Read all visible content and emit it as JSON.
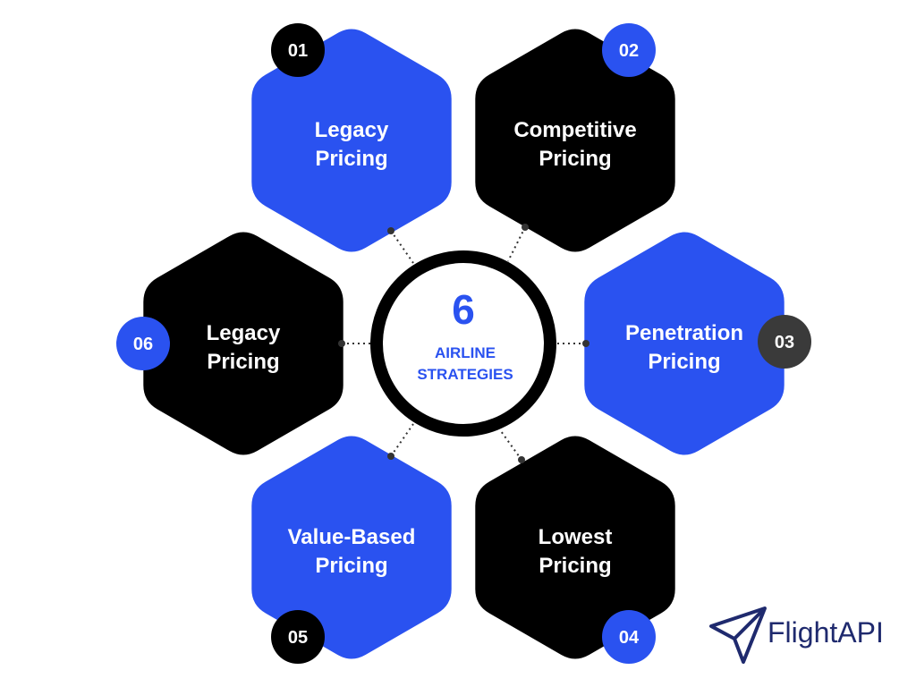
{
  "colors": {
    "blue": "#2a52f0",
    "black": "#000000",
    "dark_gray": "#3a3a3a",
    "logo_navy": "#1f2a6e",
    "logo_blue": "#2a52f0"
  },
  "center": {
    "number": "6",
    "line1": "AIRLINE",
    "line2": "STRATEGIES"
  },
  "strategies": [
    {
      "badge": "01",
      "line1": "Legacy",
      "line2": "Pricing",
      "hex_color": "blue",
      "badge_color": "black"
    },
    {
      "badge": "02",
      "line1": "Competitive",
      "line2": "Pricing",
      "hex_color": "black",
      "badge_color": "blue"
    },
    {
      "badge": "03",
      "line1": "Penetration",
      "line2": "Pricing",
      "hex_color": "blue",
      "badge_color": "dark_gray"
    },
    {
      "badge": "04",
      "line1": "Lowest",
      "line2": "Pricing",
      "hex_color": "black",
      "badge_color": "blue"
    },
    {
      "badge": "05",
      "line1": "Value-Based",
      "line2": "Pricing",
      "hex_color": "blue",
      "badge_color": "black"
    },
    {
      "badge": "06",
      "line1": "Legacy",
      "line2": "Pricing",
      "hex_color": "black",
      "badge_color": "blue"
    }
  ],
  "logo": {
    "text": "FlightAPI",
    "icon": "paper-plane-icon"
  }
}
